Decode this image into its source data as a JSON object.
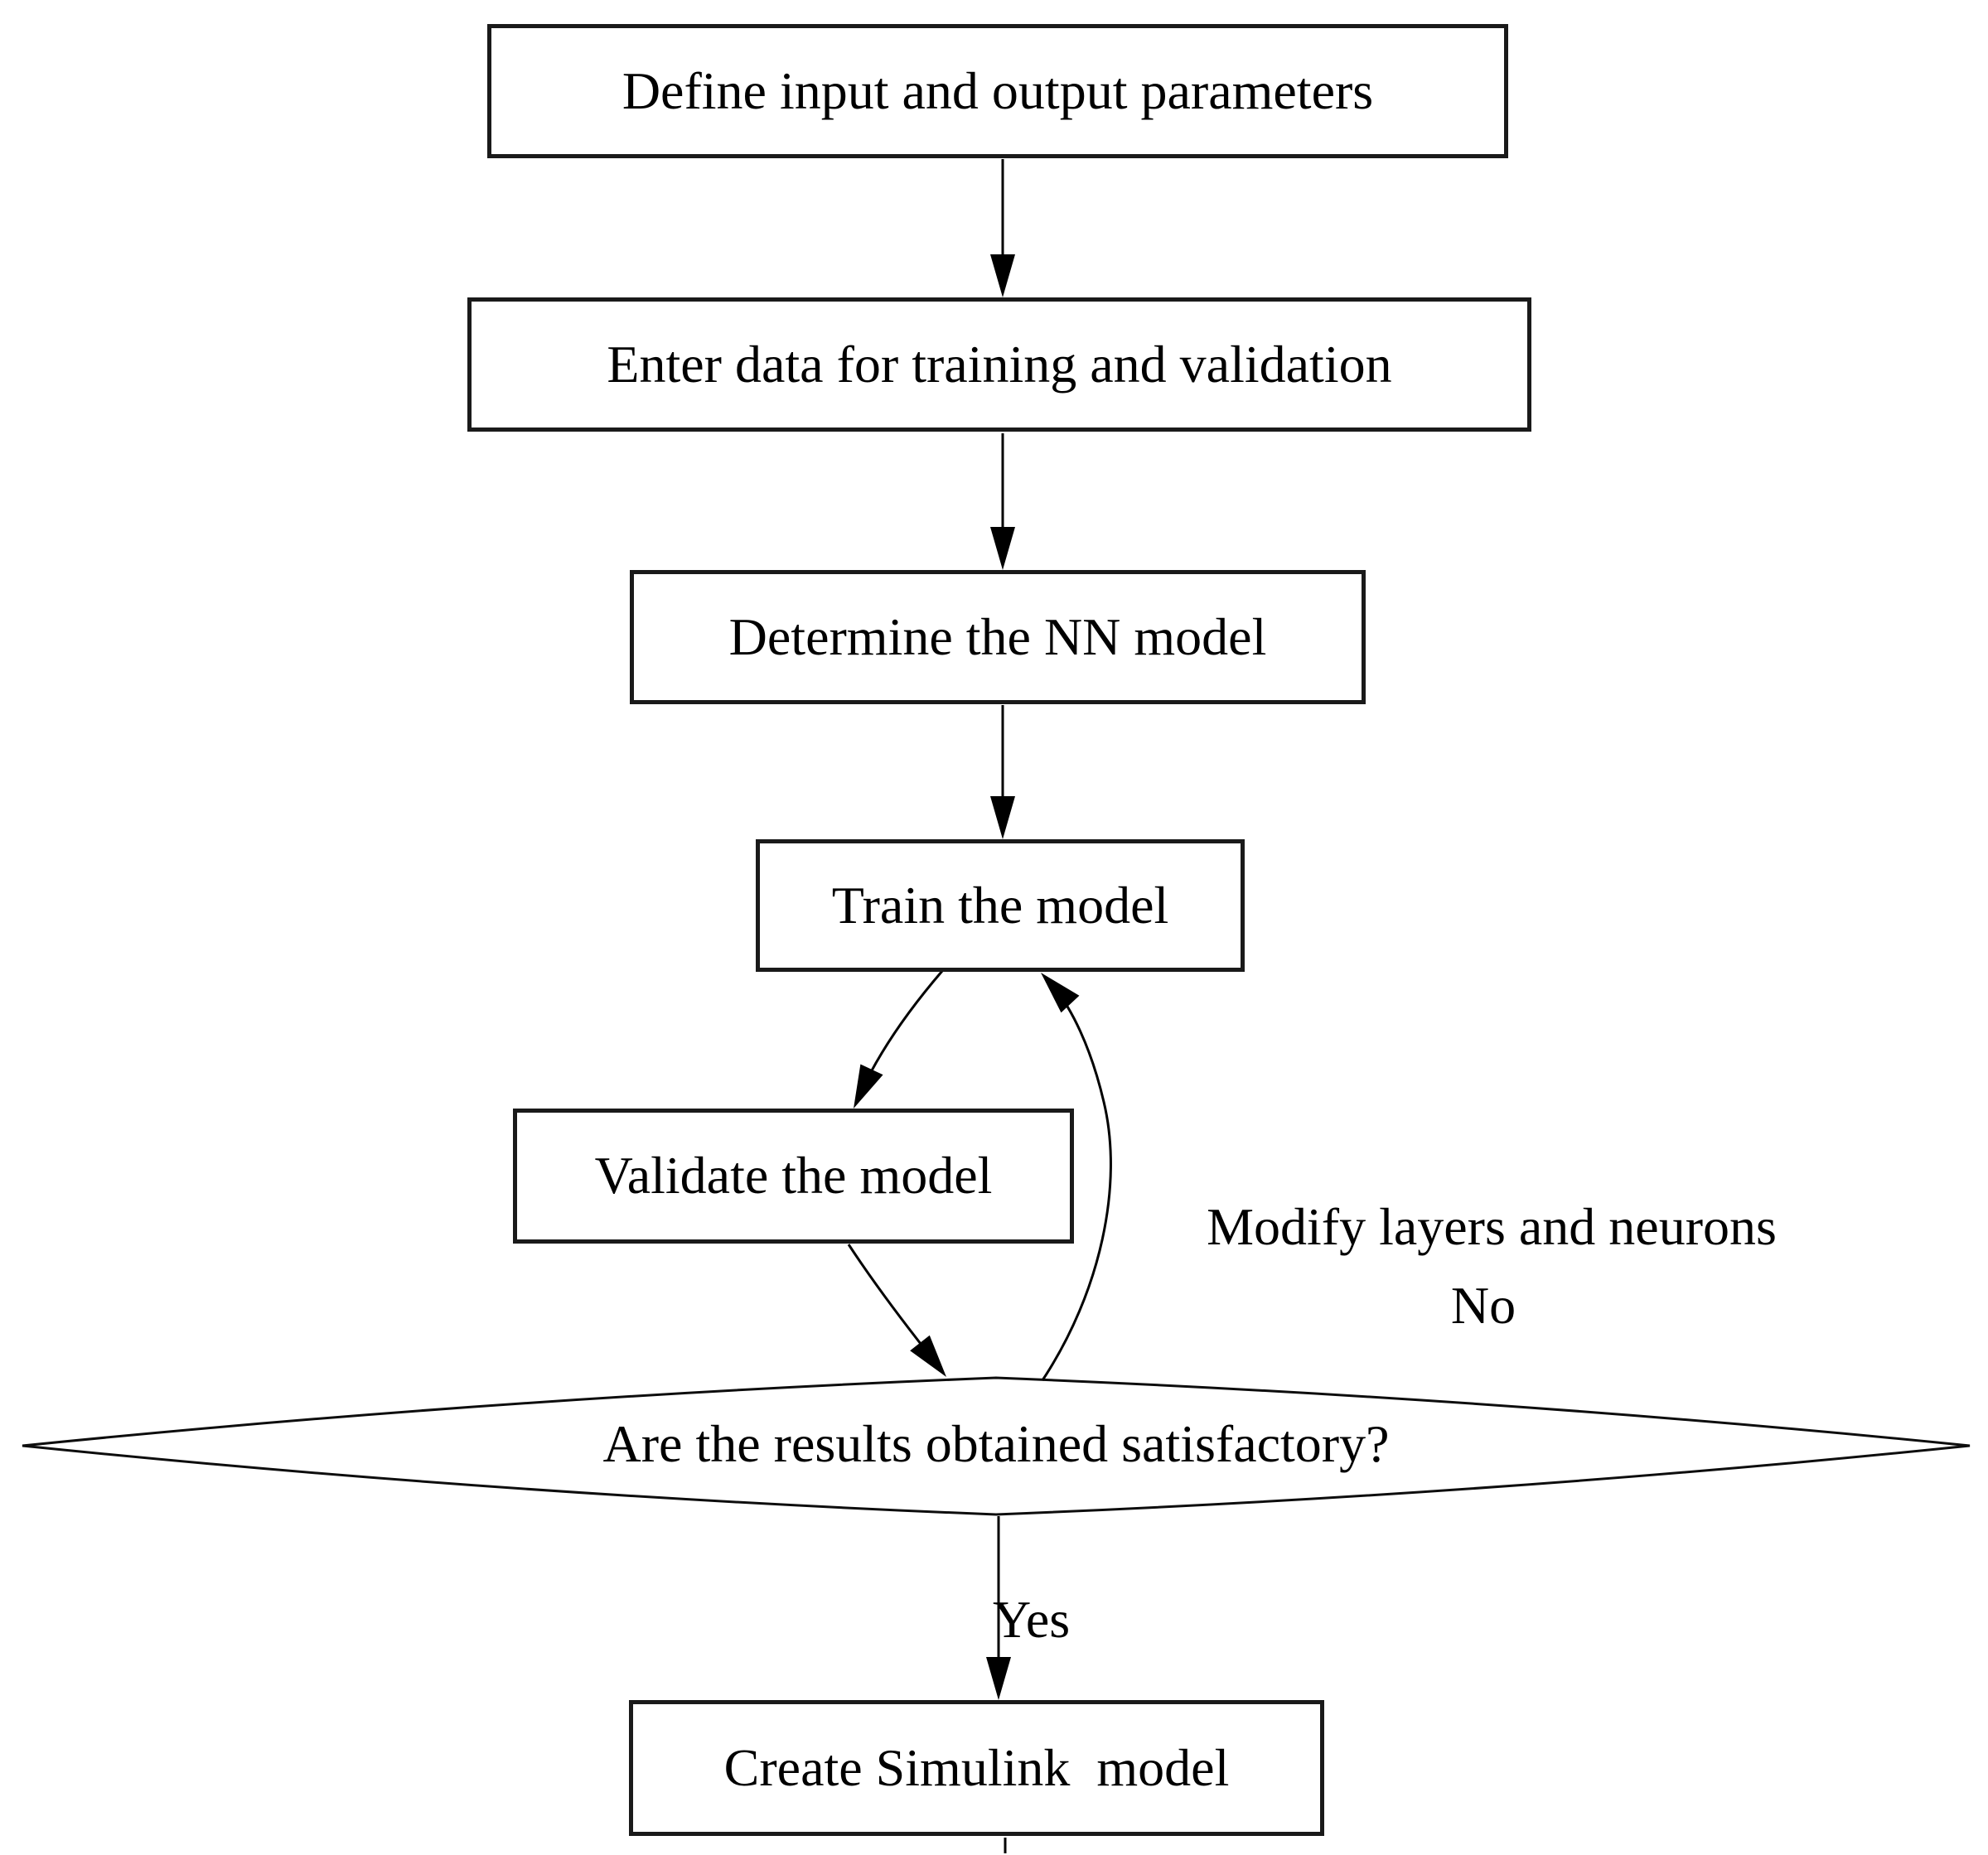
{
  "diagram": {
    "nodes": {
      "define": {
        "label": "Define input and output parameters"
      },
      "enter": {
        "label": "Enter data for training and validation"
      },
      "determine": {
        "label": "Determine the NN model"
      },
      "train": {
        "label": "Train the model"
      },
      "validate": {
        "label": "Validate the model"
      },
      "decision": {
        "label": "Are the results obtained satisfactory?"
      },
      "create": {
        "label": "Create Simulink  model"
      }
    },
    "edge_labels": {
      "modify": "Modify layers and neurons",
      "no_branch": "No",
      "yes_branch": "Yes"
    },
    "colors": {
      "line": "#000000",
      "text": "#000000",
      "background": "#ffffff"
    }
  }
}
